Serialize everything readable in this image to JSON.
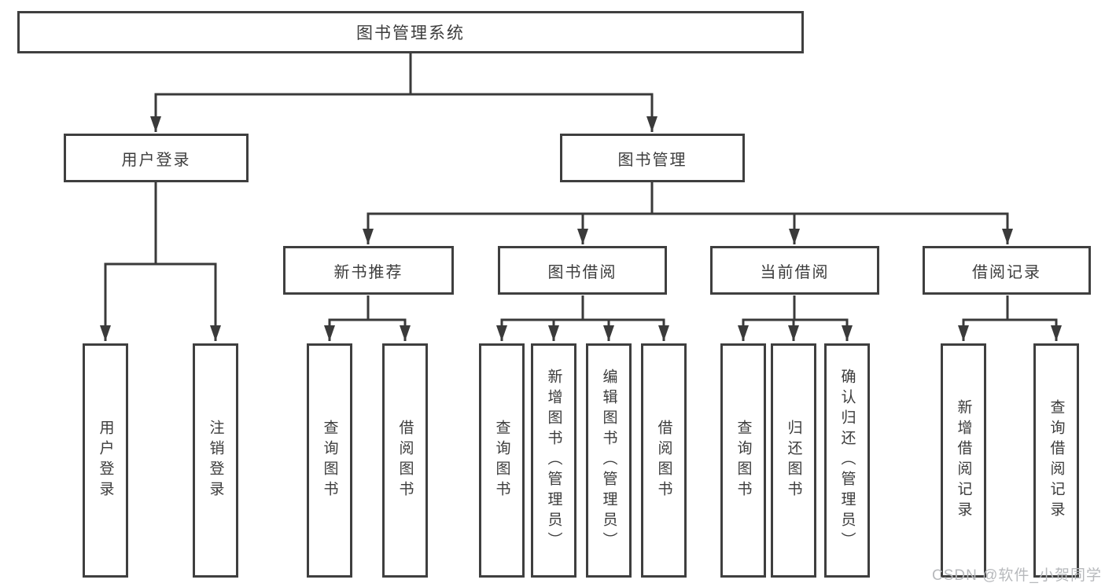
{
  "root": {
    "label": "图书管理系统"
  },
  "branches": [
    {
      "label": "用户登录"
    },
    {
      "label": "图书管理"
    }
  ],
  "modules": [
    {
      "label": "新书推荐"
    },
    {
      "label": "图书借阅"
    },
    {
      "label": "当前借阅"
    },
    {
      "label": "借阅记录"
    }
  ],
  "leaves": [
    {
      "label": "用户登录"
    },
    {
      "label": "注销登录"
    },
    {
      "label": "查询图书"
    },
    {
      "label": "借阅图书"
    },
    {
      "label": "查询图书"
    },
    {
      "label": "新增图书（管理员）"
    },
    {
      "label": "编辑图书（管理员）"
    },
    {
      "label": "借阅图书"
    },
    {
      "label": "查询图书"
    },
    {
      "label": "归还图书"
    },
    {
      "label": "确认归还（管理员）"
    },
    {
      "label": "新增借阅记录"
    },
    {
      "label": "查询借阅记录"
    }
  ],
  "watermark": "CSDN @软件_小贺同学",
  "colors": {
    "background": "#ffffff",
    "border": "#3f3f3f",
    "line": "#3a3a3a",
    "text": "#3c3c3c",
    "watermark": "#b7b9bc"
  }
}
